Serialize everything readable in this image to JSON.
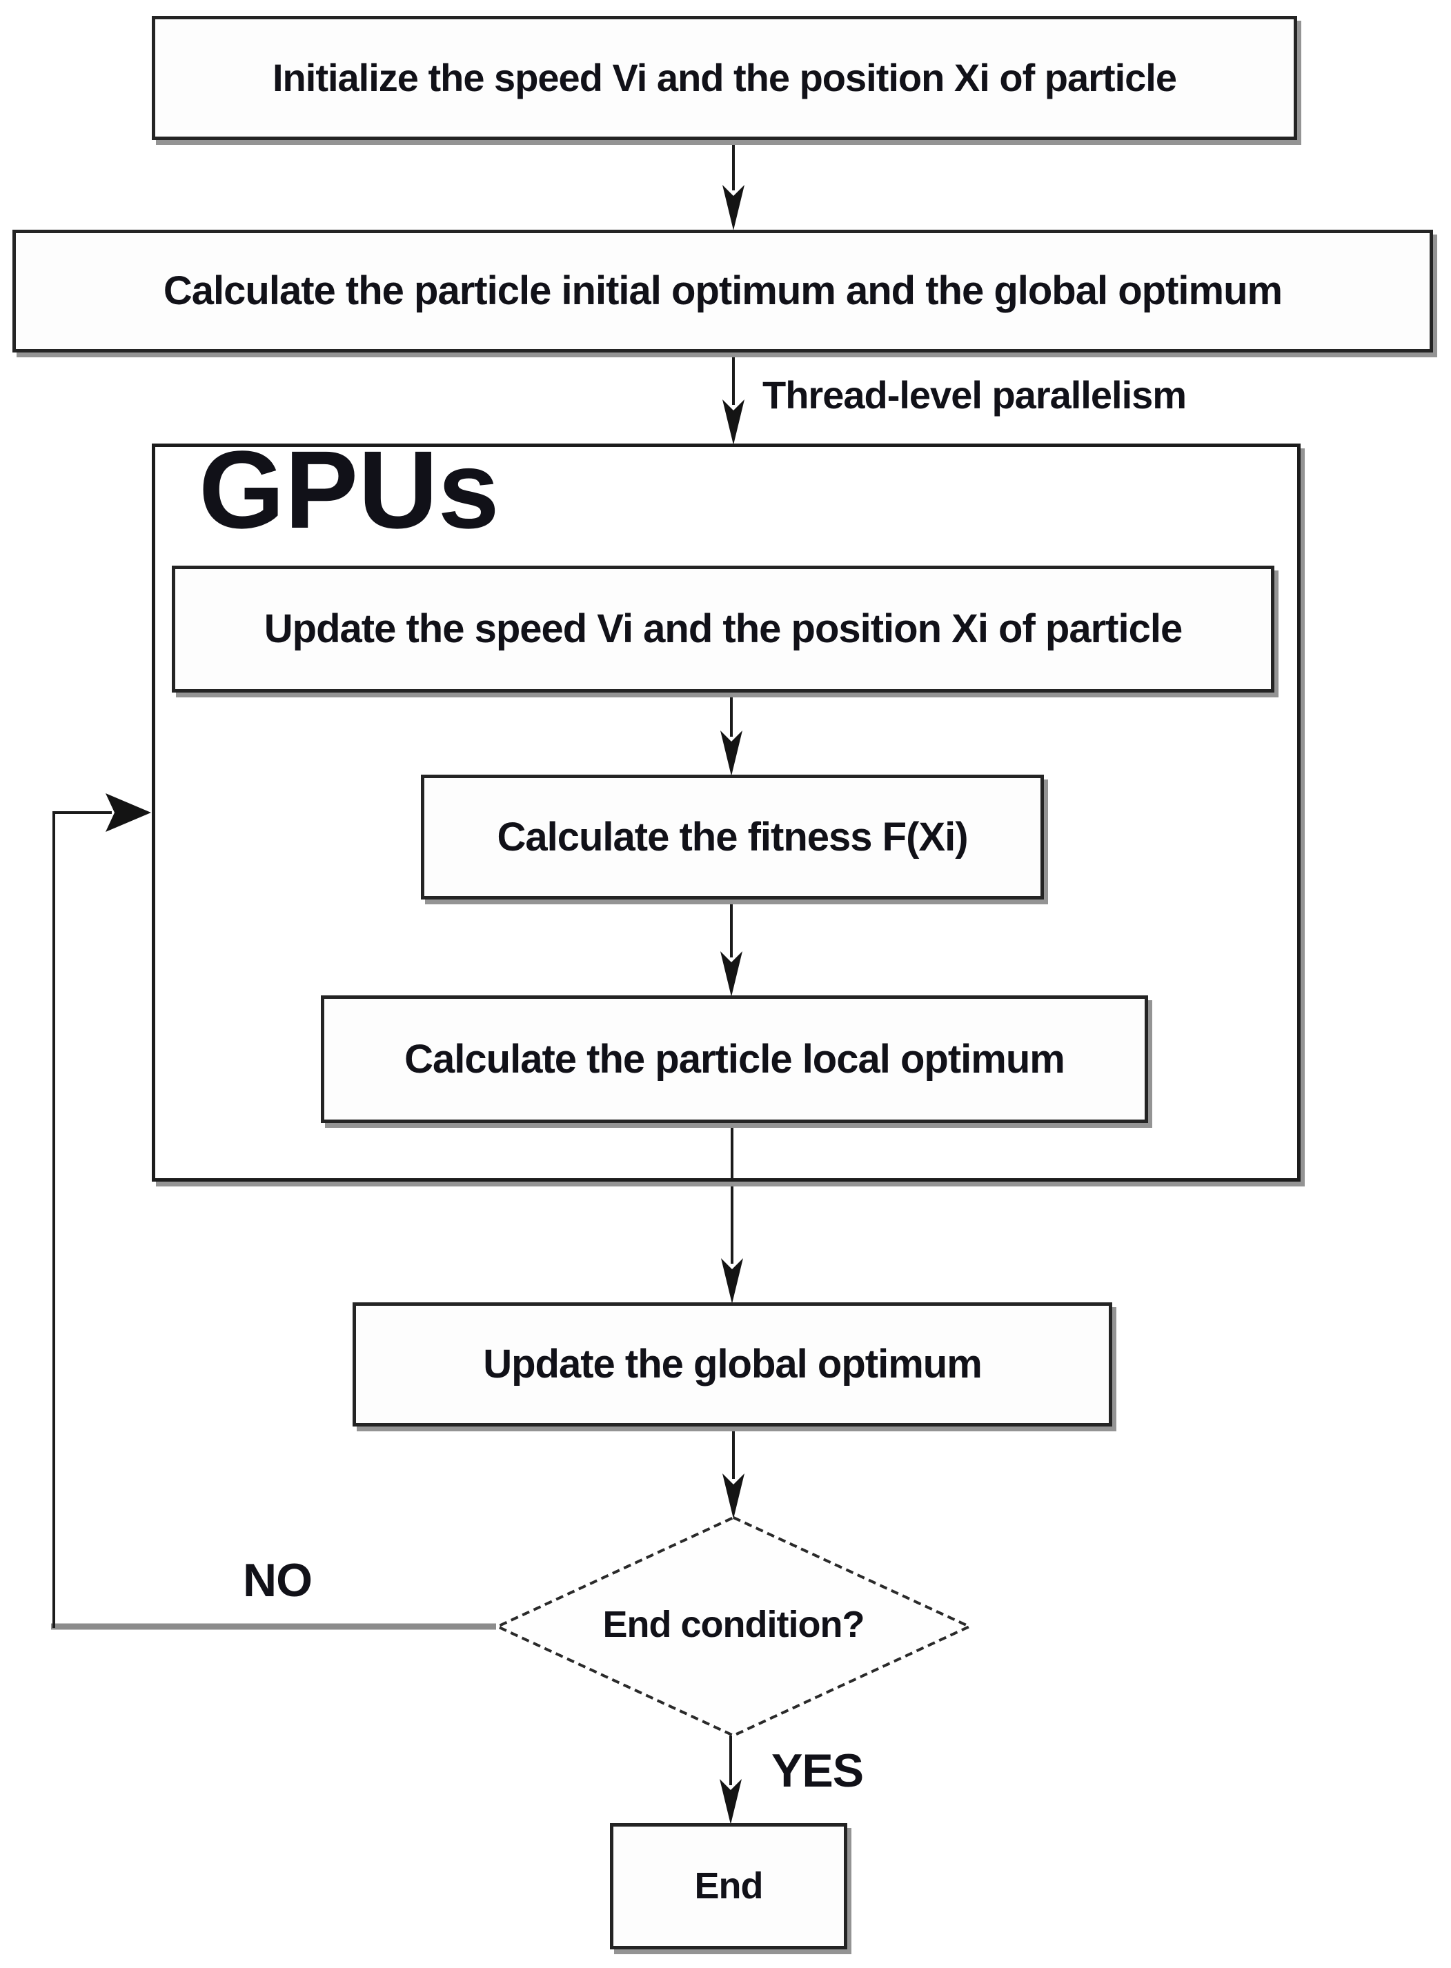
{
  "diagram": {
    "type": "flowchart",
    "colors": {
      "background": "#ffffff",
      "box_fill": "#fdfdfd",
      "box_border": "#242424",
      "box_shadow": "#949494",
      "line_black": "#1b1b1b",
      "loop_line_gray": "#8c8c8c",
      "text": "#111118"
    },
    "nodes": [
      {
        "id": "initialize",
        "shape": "rect",
        "label": "Initialize the speed Vi and the position Xi of particle"
      },
      {
        "id": "calc-initial-optimum",
        "shape": "rect",
        "label": "Calculate the particle initial optimum and the global optimum"
      },
      {
        "id": "gpus-group",
        "shape": "group",
        "label": "GPUs"
      },
      {
        "id": "update-speed",
        "shape": "rect",
        "label": "Update the speed Vi and the position Xi of particle"
      },
      {
        "id": "calc-fitness",
        "shape": "rect",
        "label": "Calculate the fitness F(Xi)"
      },
      {
        "id": "calc-local-optimum",
        "shape": "rect",
        "label": "Calculate the particle local optimum"
      },
      {
        "id": "update-global-optimum",
        "shape": "rect",
        "label": "Update the global optimum"
      },
      {
        "id": "end-condition",
        "shape": "diamond",
        "label": "End condition?"
      },
      {
        "id": "end",
        "shape": "rect",
        "label": "End"
      }
    ],
    "labels": {
      "thread": "Thread-level parallelism",
      "no": "NO",
      "yes": "YES"
    },
    "edges": [
      {
        "from": "initialize",
        "to": "calc-initial-optimum",
        "label": ""
      },
      {
        "from": "calc-initial-optimum",
        "to": "gpus-group",
        "label": "Thread-level parallelism"
      },
      {
        "from": "update-speed",
        "to": "calc-fitness",
        "label": ""
      },
      {
        "from": "calc-fitness",
        "to": "calc-local-optimum",
        "label": ""
      },
      {
        "from": "calc-local-optimum",
        "to": "update-global-optimum",
        "label": ""
      },
      {
        "from": "update-global-optimum",
        "to": "end-condition",
        "label": ""
      },
      {
        "from": "end-condition",
        "to": "end",
        "label": "YES"
      },
      {
        "from": "end-condition",
        "to": "gpus-group",
        "label": "NO"
      }
    ]
  }
}
